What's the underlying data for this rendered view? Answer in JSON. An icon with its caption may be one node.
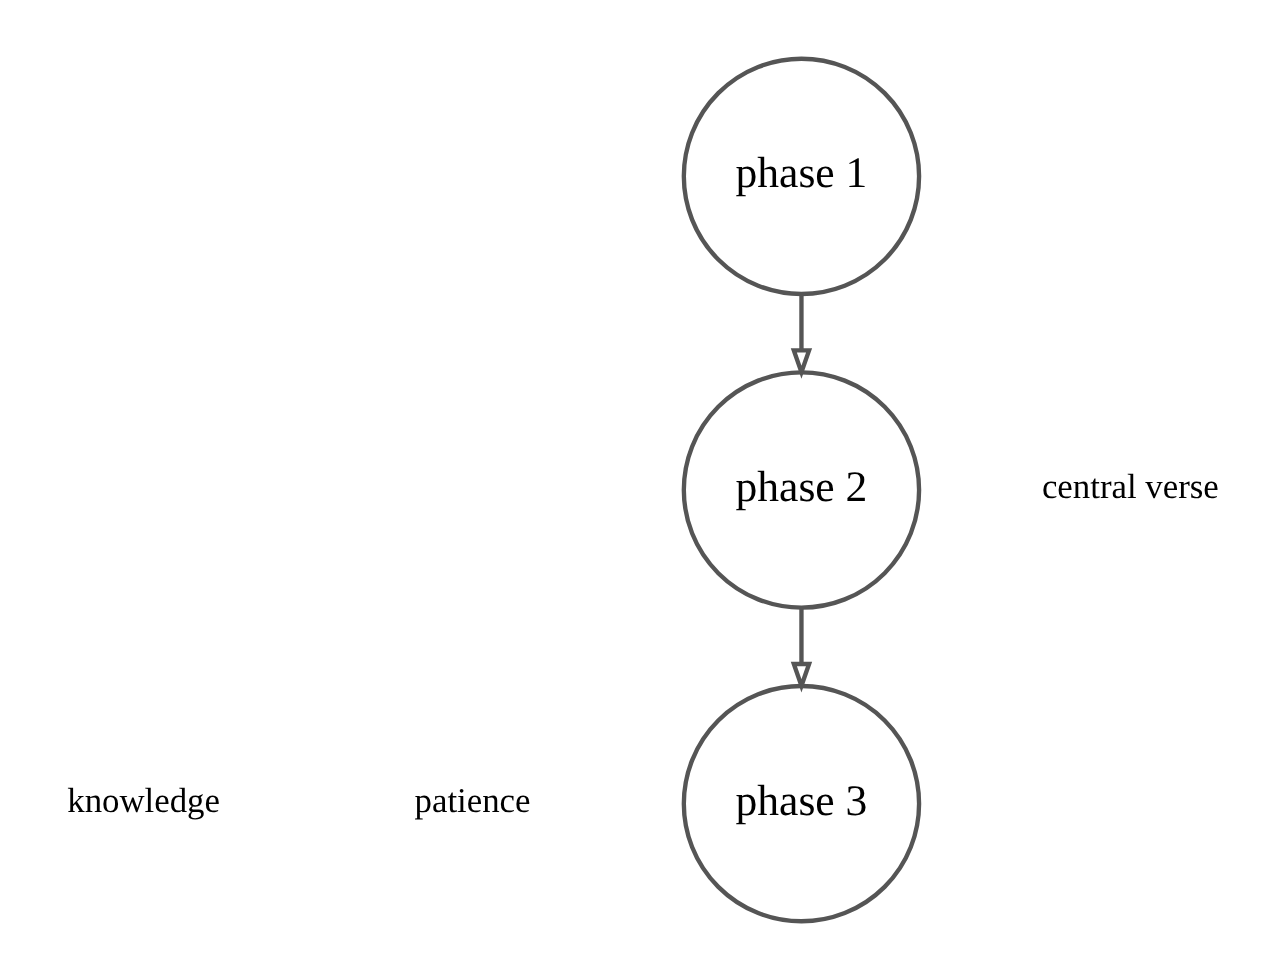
{
  "diagram": {
    "nodes": [
      {
        "text": [
          "phase 1"
        ]
      },
      {
        "text": [
          "phase 2"
        ]
      },
      {
        "text": [
          "phase 3"
        ]
      }
    ],
    "edges": [
      {
        "from": 0,
        "to": 1,
        "arrow": "to"
      },
      {
        "from": 1,
        "to": 2,
        "arrow": "to"
      }
    ],
    "labels": [
      "central verse",
      "knowledge",
      "patience"
    ]
  }
}
